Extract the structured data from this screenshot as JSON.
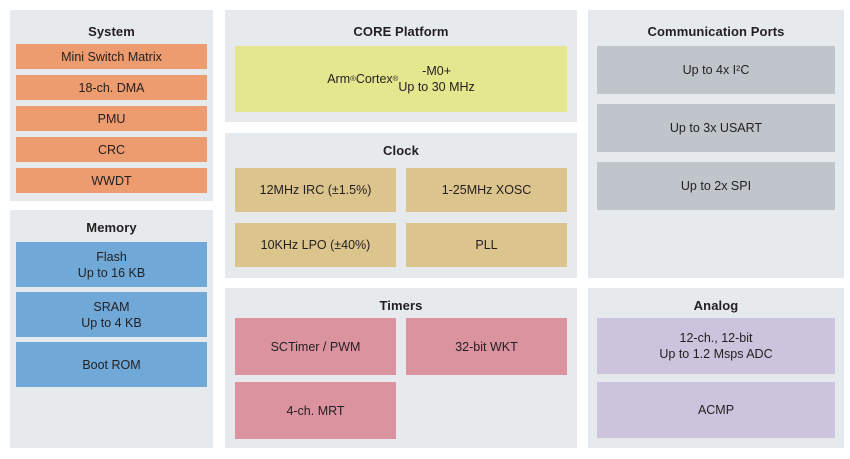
{
  "colors": {
    "page_bg": "#FFFFFF",
    "panel_bg": "#E6EAEC",
    "text": "#231F20"
  },
  "panels": {
    "system": {
      "title": "System",
      "block_color": "#EC9C6E",
      "blocks": [
        "Mini Switch Matrix",
        "18-ch. DMA",
        "PMU",
        "CRC",
        "WWDT"
      ]
    },
    "memory": {
      "title": "Memory",
      "block_color": "#70A9D8",
      "blocks": [
        "Flash\nUp to 16 KB",
        "SRAM\nUp to 4 KB",
        "Boot ROM"
      ]
    },
    "core": {
      "title": "CORE Platform",
      "block_color": "#E4E78E",
      "blocks": [
        "Arm® Cortex®-M0+\nUp to 30 MHz"
      ]
    },
    "clock": {
      "title": "Clock",
      "block_color": "#DCC48D",
      "blocks": [
        "12MHz IRC (±1.5%)",
        "1-25MHz XOSC",
        "10KHz LPO (±40%)",
        "PLL"
      ]
    },
    "timers": {
      "title": "Timers",
      "block_color": "#DB93A0",
      "blocks": [
        "SCTimer / PWM",
        "32-bit WKT",
        "4-ch. MRT"
      ]
    },
    "comm": {
      "title": "Communication Ports",
      "block_color": "#BFC5CB",
      "blocks": [
        "Up to 4x I²C",
        "Up to 3x USART",
        "Up to 2x SPI"
      ]
    },
    "analog": {
      "title": "Analog",
      "block_color": "#CBC4DC",
      "blocks": [
        "12-ch., 12-bit\nUp to 1.2 Msps ADC",
        "ACMP"
      ]
    }
  }
}
